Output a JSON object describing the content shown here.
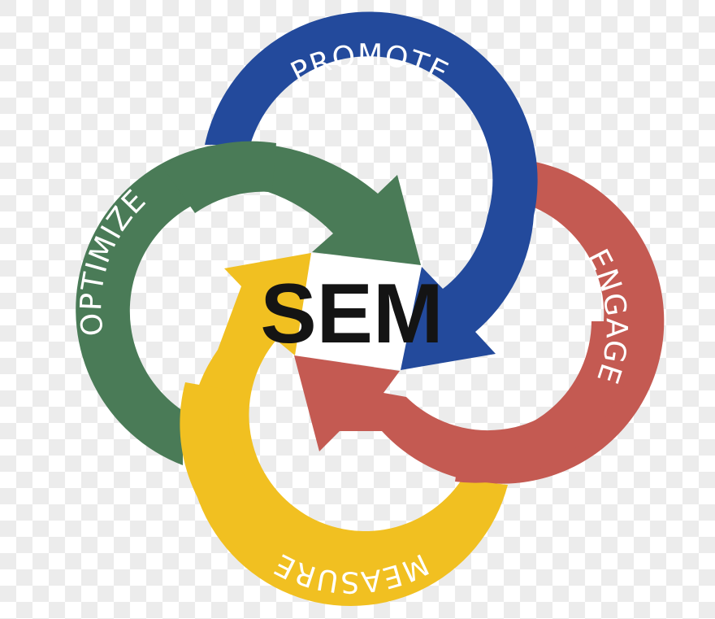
{
  "diagram": {
    "center_label": "SEM",
    "stages": [
      {
        "id": "promote",
        "label": "PROMOTE",
        "color": "#234A9C"
      },
      {
        "id": "engage",
        "label": "ENGAGE",
        "color": "#C45A52"
      },
      {
        "id": "measure",
        "label": "MEASURE",
        "color": "#F1C021"
      },
      {
        "id": "optimize",
        "label": "OPTIMIZE",
        "color": "#4A7B57"
      }
    ],
    "flow": [
      "PROMOTE",
      "ENGAGE",
      "MEASURE",
      "OPTIMIZE"
    ],
    "center_text_color": "#141414"
  }
}
